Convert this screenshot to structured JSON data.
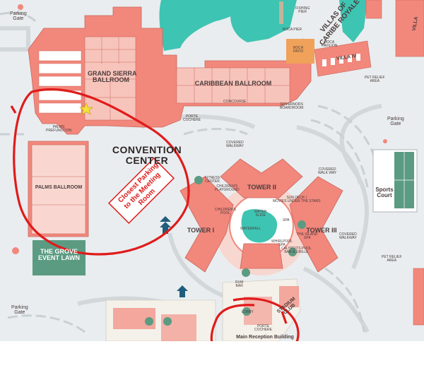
{
  "map": {
    "buildings": {
      "grand_sierra": "GRAND SIERRA\nBALLROOM",
      "caribbean": "CARIBBEAN BALLROOM",
      "palms": "PALMS BALLROOM",
      "convention": "CONVENTION\nCENTER",
      "grove": "THE GROVE\nEVENT LAWN",
      "tower_i": "TOWER I",
      "tower_ii": "TOWER II",
      "tower_iii": "TOWER III",
      "sports": "Sports\nCourt",
      "villas": "VILLAS OF\nCARIBE ROYALE",
      "villa_iv": "VILLA IV",
      "villa": "VILLA",
      "stadium": "STADIUM\nCLUB",
      "reception": "Main Reception Building"
    },
    "parking": {
      "top_left": "Parking\nGate",
      "right": "Parking\nGate",
      "bottom_left": "Parking\nGate"
    },
    "small_labels": {
      "porte_cochere": "PORTE\nCOCHERE",
      "porte_cochere_2": "PORTE\nCOCHERE",
      "lobby": "LOBBY",
      "boca_pier": "BOCA PIER",
      "boca_pavilion": "BOCA\nPAVILION",
      "boca_patio": "BOCA\nPATIO",
      "fishing_pier": "FISHING\nPIER",
      "sun_deck": "SUN DECK /\nMOVIES UNDER THE STARS",
      "calypsos": "CALYPSO'S POOL\nBAR & GRILLE",
      "island_spa": "THE ISLAND\nSPA",
      "water_slide": "WATER\nSLIDE",
      "whirlpool": "WHIRLPOOL\nSPA",
      "waterfall": "WATERFALL",
      "childrens_pool": "CHILDREN'S\nPOOL",
      "fitness": "FITNESS\nCENTER",
      "covered_walkway": "COVERED\nWALKWAY",
      "covered_walkway_2": "COVERED\nWALK WAY",
      "covered_walkway_3": "COVERED\nWALKWAY",
      "pet_relief": "PET RELIEF\nAREA",
      "pet_relief_2": "PET RELIEF\nAREA",
      "concourse": "CONCOURSE",
      "palms_pre": "PALMS\nPREFUNCTION",
      "rum_bar": "RUM\nBAR",
      "spa_sign": "SPA",
      "governors": "GOVERNORS\nBOARDROOM",
      "playground": "CHILDREN'S\nPLAYGROUND"
    },
    "annotation": "Closest Parking\nto the Meeting\nRoom",
    "colors": {
      "building": "#f2877c",
      "building_light": "#f7c4bb",
      "water": "#3ec4b2",
      "lawn": "#5b9b82",
      "path": "#d4d9dc",
      "marker": "#e01b1b",
      "arrow": "#1f5d7c",
      "star": "#f4e23a"
    }
  }
}
